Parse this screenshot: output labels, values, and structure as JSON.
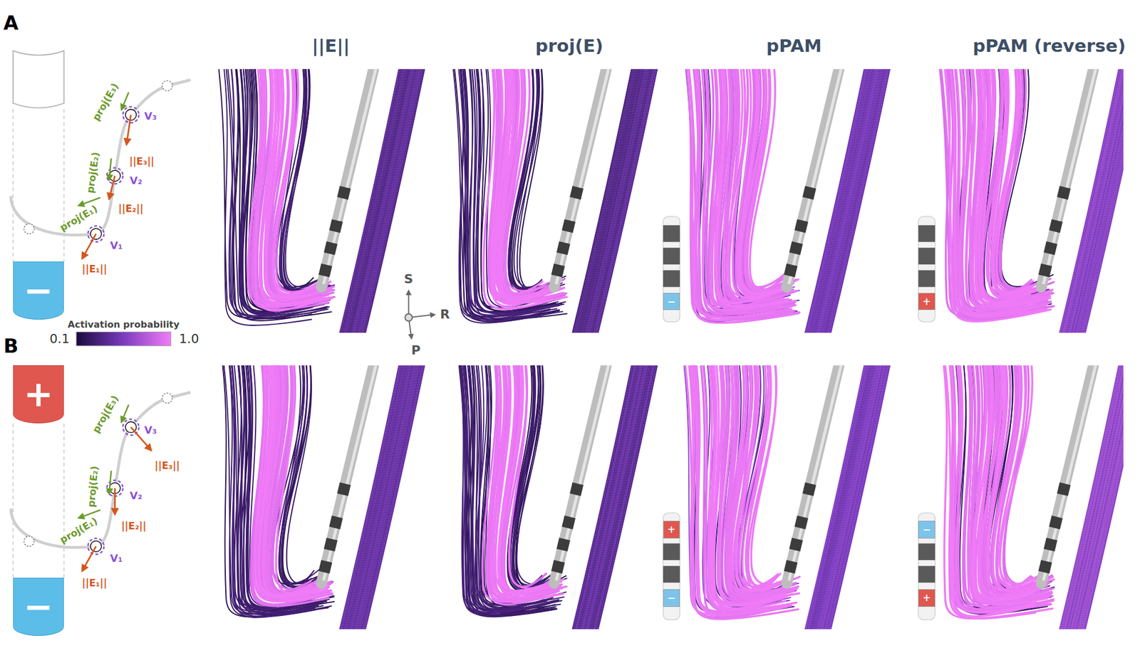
{
  "diagram": {
    "nodes": [
      {
        "text": [
          "−"
        ]
      },
      {
        "text": [
          "−"
        ]
      },
      {
        "text": [
          "+"
        ]
      },
      {
        "text": [
          "+"
        ]
      },
      {
        "text": [
          "−"
        ]
      },
      {
        "text": [
          "+"
        ]
      },
      {
        "text": [
          "−"
        ]
      },
      {
        "text": [
          "−"
        ]
      },
      {
        "text": [
          "+"
        ]
      }
    ],
    "edges": [],
    "labels": [
      "A",
      "||E||",
      "proj(E)",
      "pPAM",
      "pPAM (reverse)",
      "proj(E₃)",
      "V₃",
      "||E₃||",
      "proj(E₂)",
      "V₂",
      "||E₂||",
      "proj(E₁)",
      "V₁",
      "||E₁||",
      "Activation probability",
      "0.1",
      "1.0",
      "S",
      "R",
      "P",
      "B",
      "proj(E₃)",
      "V₃",
      "||E₃||",
      "proj(E₂)",
      "V₂",
      "||E₂||",
      "proj(E₁)",
      "V₁",
      "||E₁||"
    ]
  }
}
